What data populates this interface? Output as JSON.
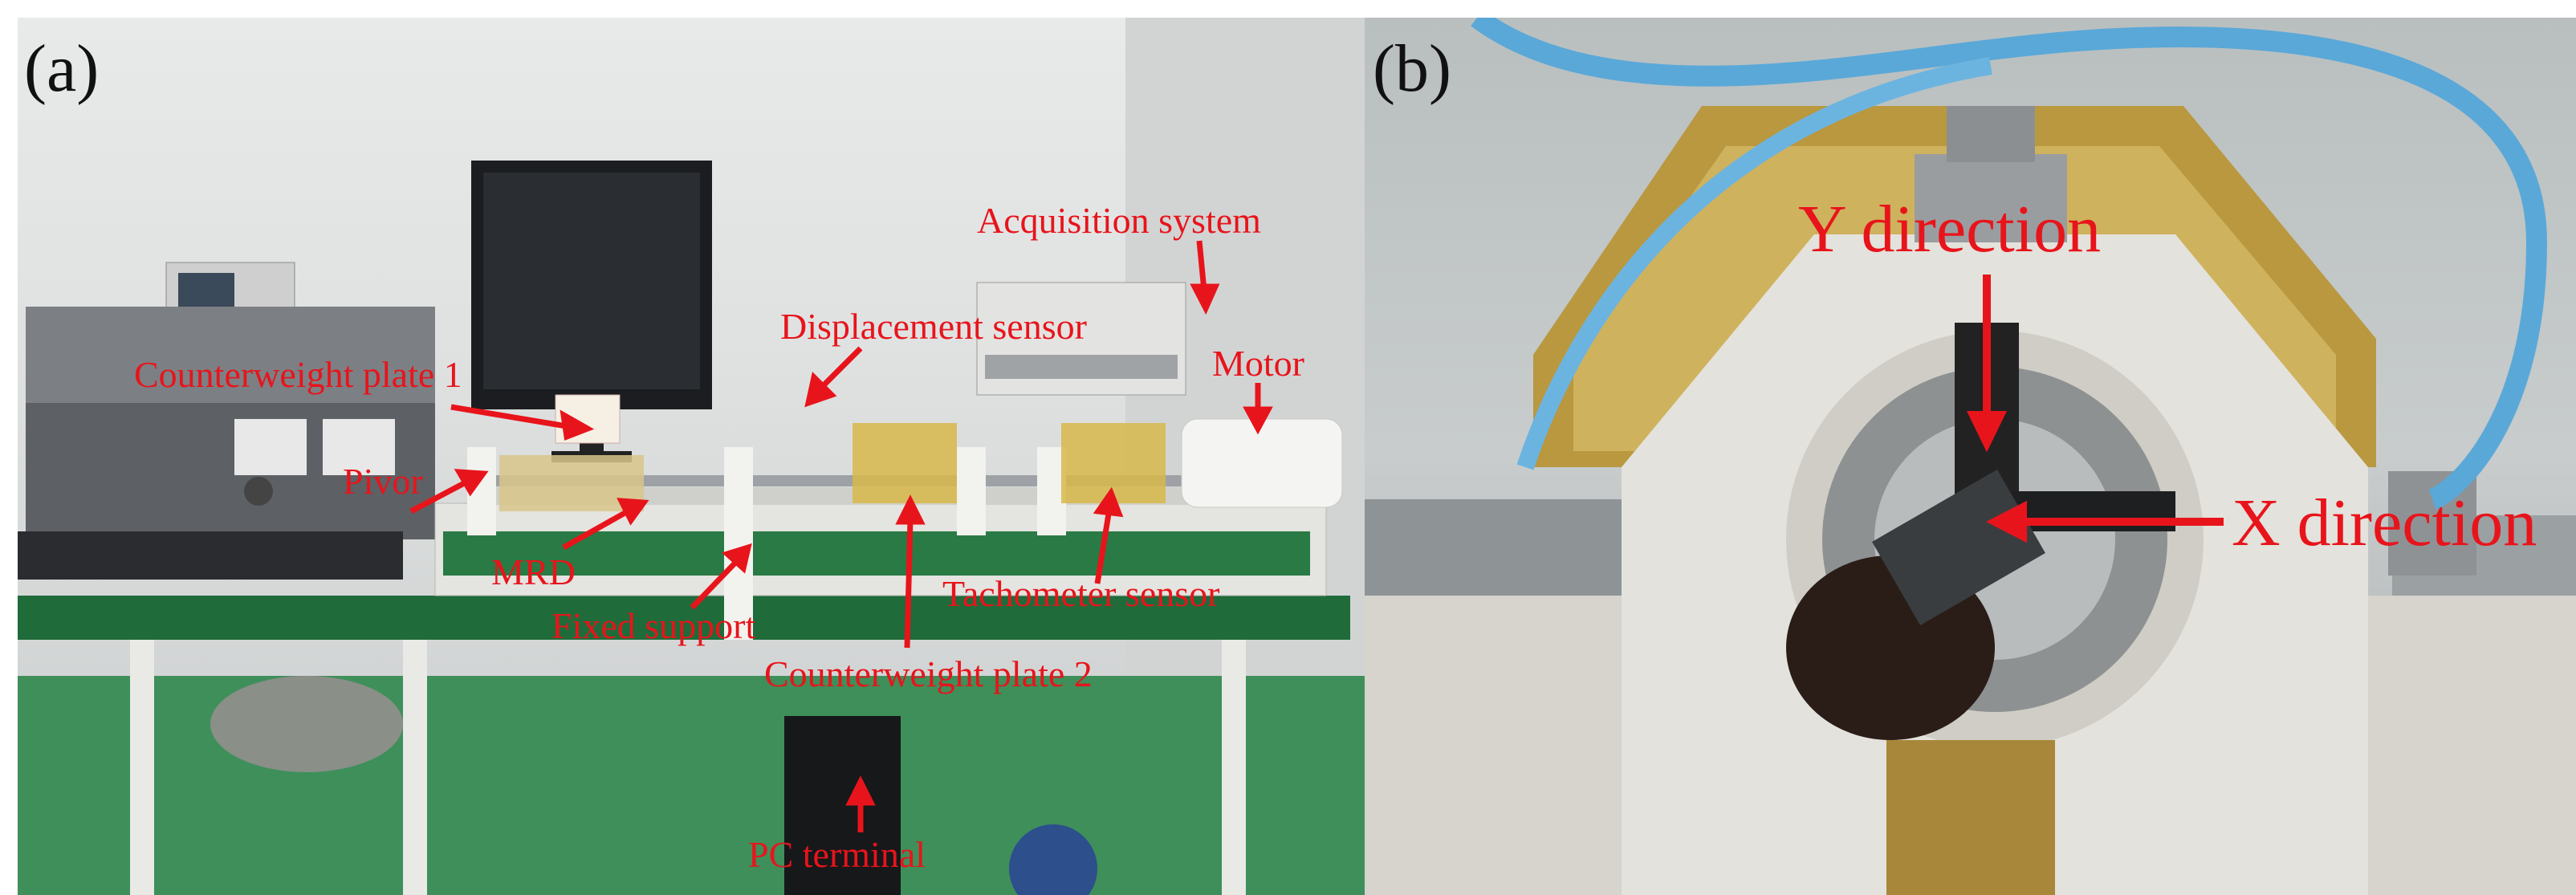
{
  "panels": {
    "a": {
      "letter": "(a)",
      "labels": {
        "acquisition_system": "Acquisition system",
        "displacement_sensor": "Displacement sensor",
        "counterweight_plate_1": "Counterweight plate 1",
        "motor": "Motor",
        "pivor": "Pivor",
        "mrd": "MRD",
        "fixed_support": "Fixed support",
        "tachometer_sensor": "Tachometer sensor",
        "counterweight_plate_2": "Counterweight plate 2",
        "pc_terminal": "PC terminal"
      }
    },
    "b": {
      "letter": "(b)",
      "labels": {
        "y_direction": "Y direction",
        "x_direction": "X direction"
      }
    }
  },
  "colors": {
    "annotation": "#e8141b",
    "bench_green": "#1f6b3a",
    "frame_white": "#e9e9e6",
    "brass": "#b9983f",
    "hose_blue": "#5aa8d8"
  }
}
